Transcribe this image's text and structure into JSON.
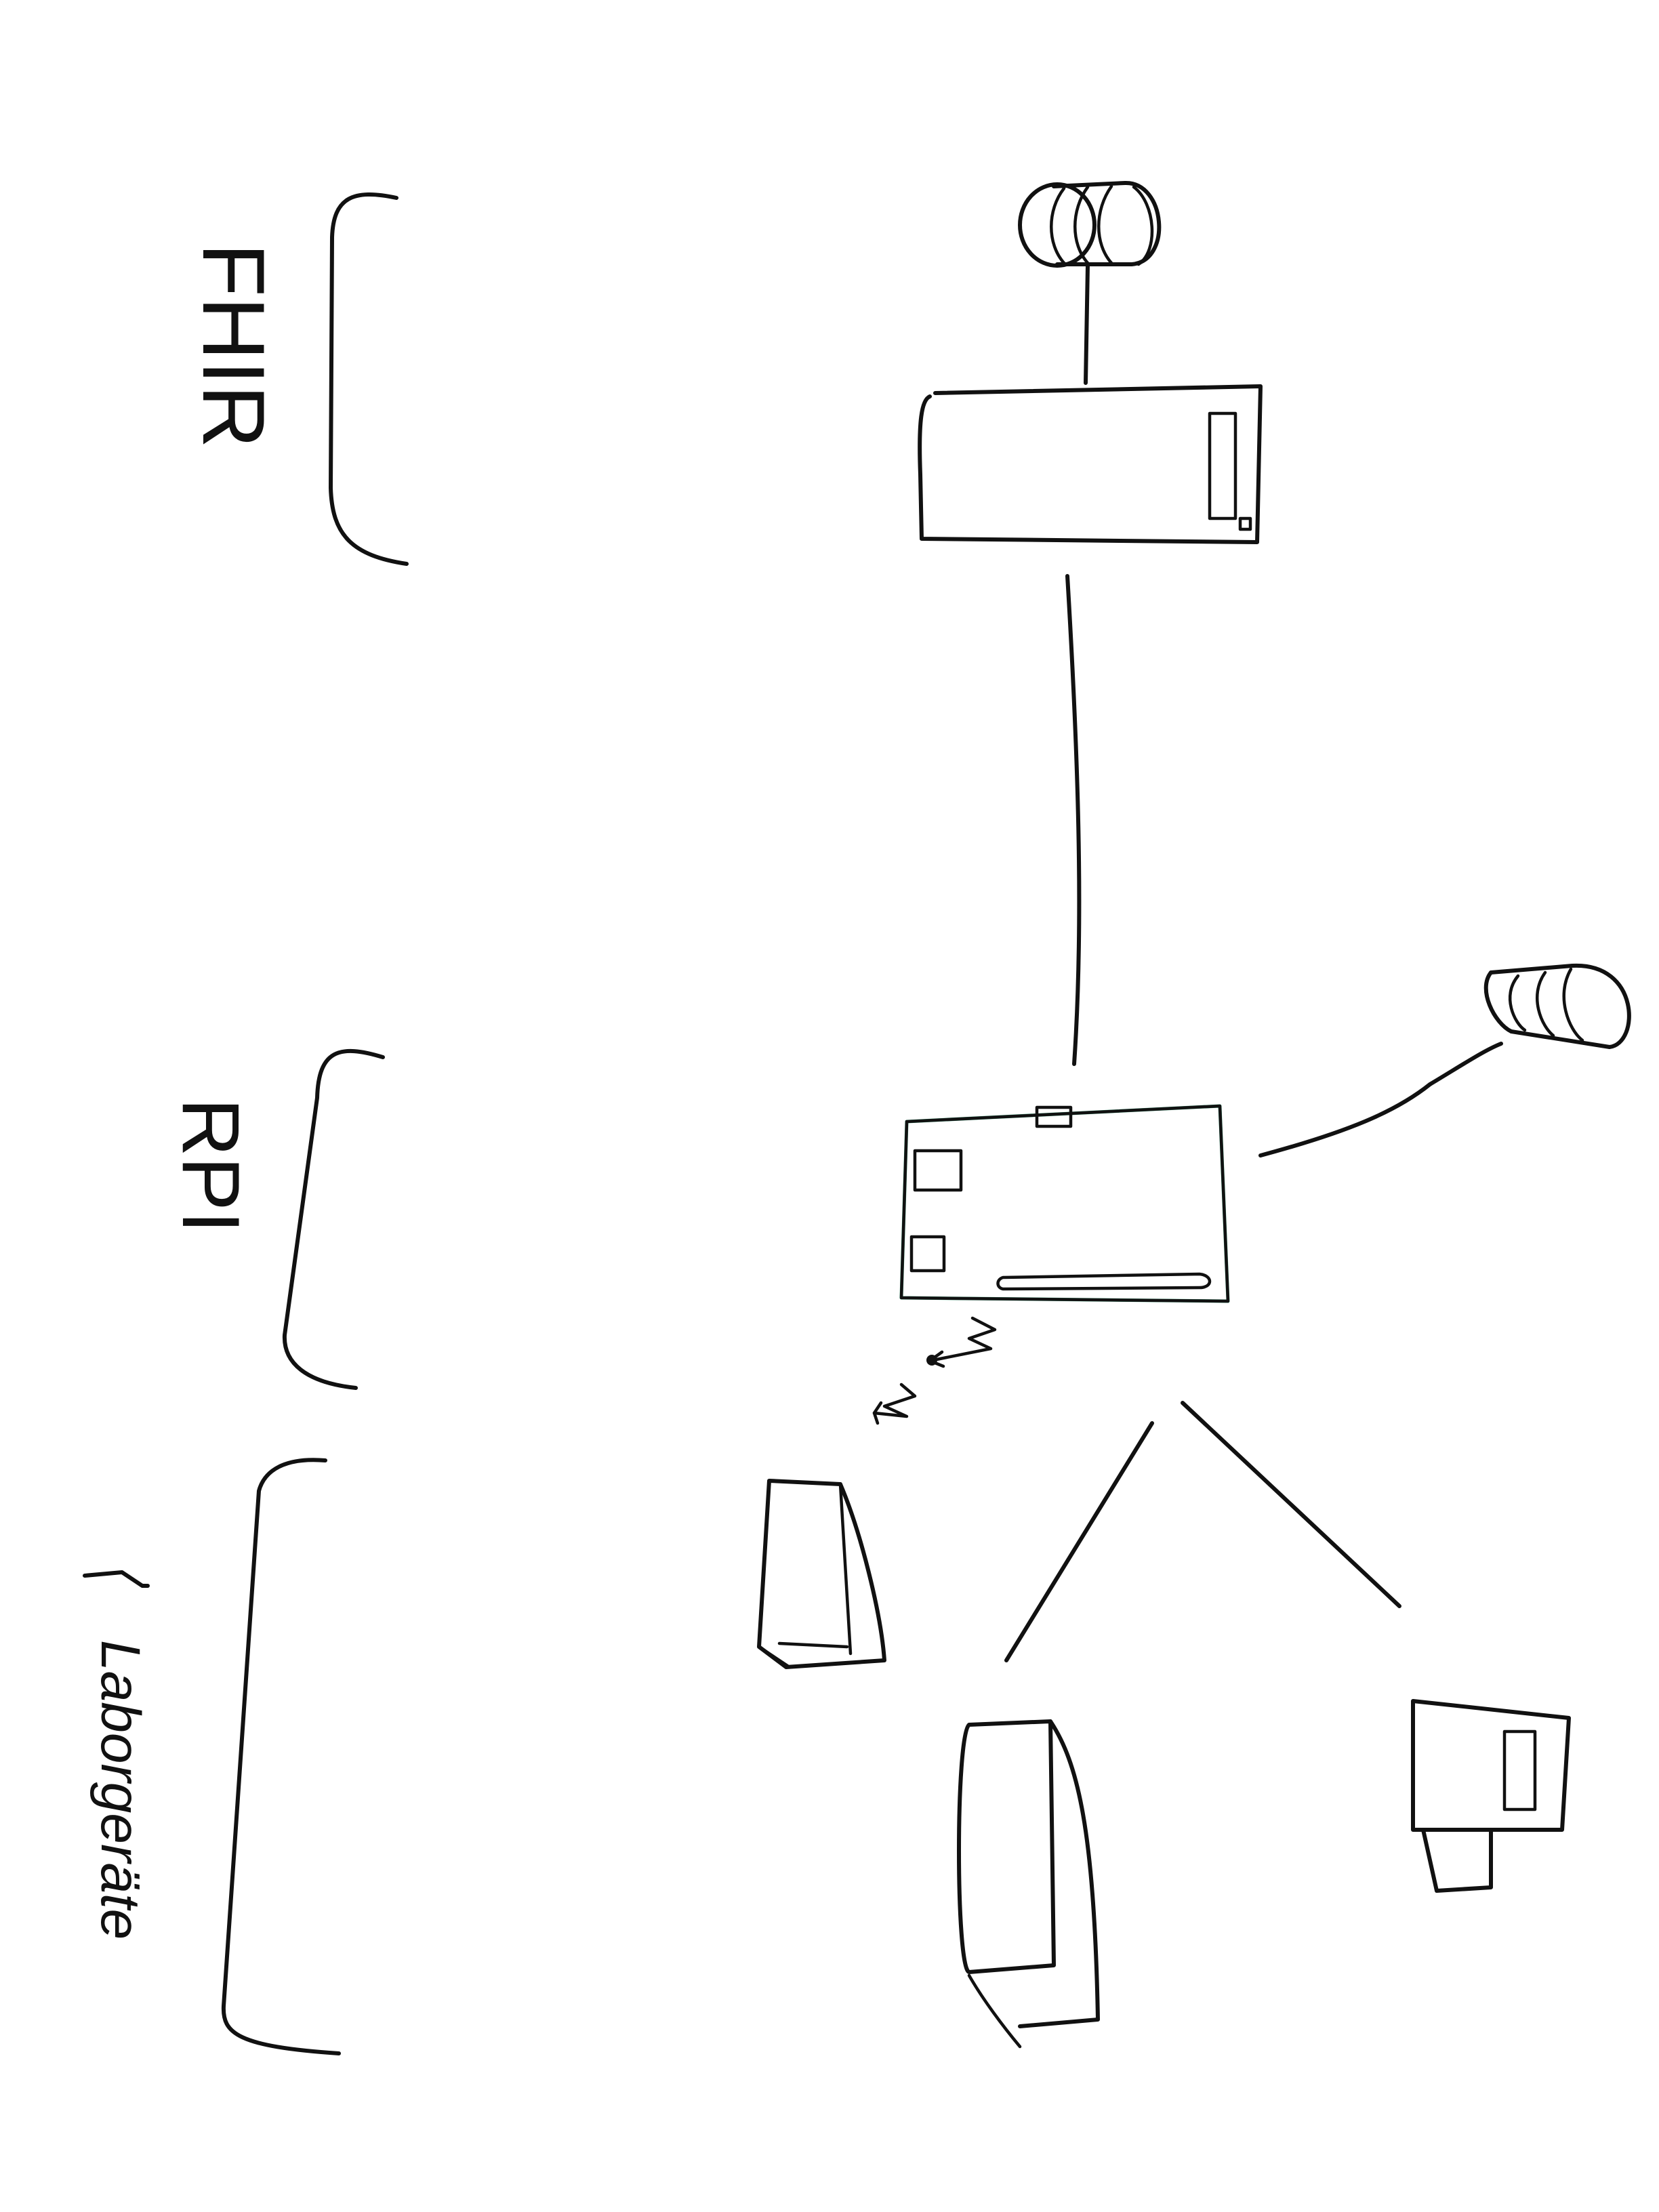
{
  "labels": {
    "fhir": "FHIR",
    "rpi": "RPI",
    "devices": "Laborgeräte"
  },
  "colors": {
    "ink": "#111111",
    "board_outline": "#3aa37a",
    "background": "#ffffff"
  },
  "icons": [
    "database-icon",
    "server-icon",
    "raspberry-pi-board-icon",
    "wireless-signal-icon",
    "lab-device-icon"
  ]
}
